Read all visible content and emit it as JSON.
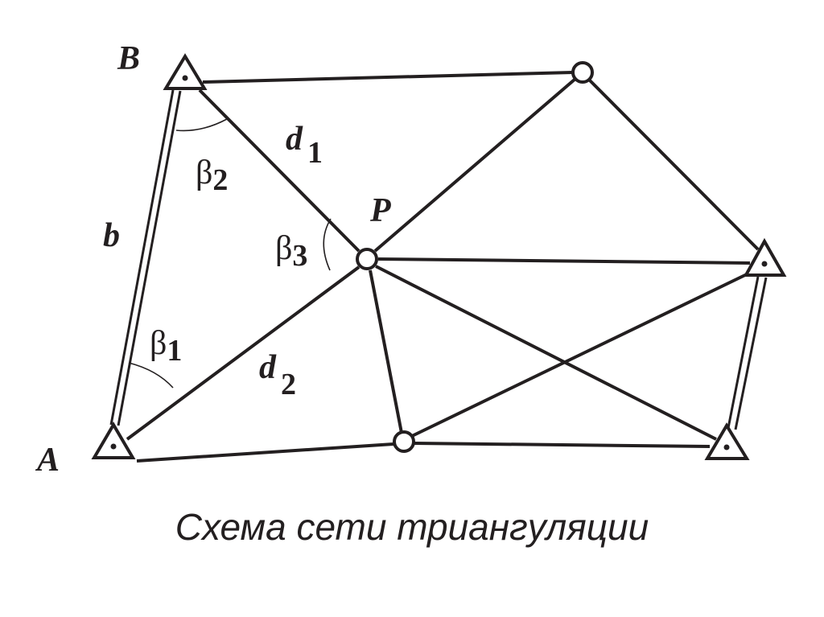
{
  "diagram": {
    "points": {
      "A": "A",
      "B": "B",
      "P": "P"
    },
    "baseline_label": "b",
    "angles": [
      {
        "symbol": "β",
        "index": "1"
      },
      {
        "symbol": "β",
        "index": "2"
      },
      {
        "symbol": "β",
        "index": "3"
      }
    ],
    "distances": [
      {
        "symbol": "d",
        "index": "1"
      },
      {
        "symbol": "d",
        "index": "2"
      }
    ],
    "colors": {
      "ink": "#231f20",
      "background": "#ffffff"
    }
  },
  "caption": "Схема сети триангуляции"
}
